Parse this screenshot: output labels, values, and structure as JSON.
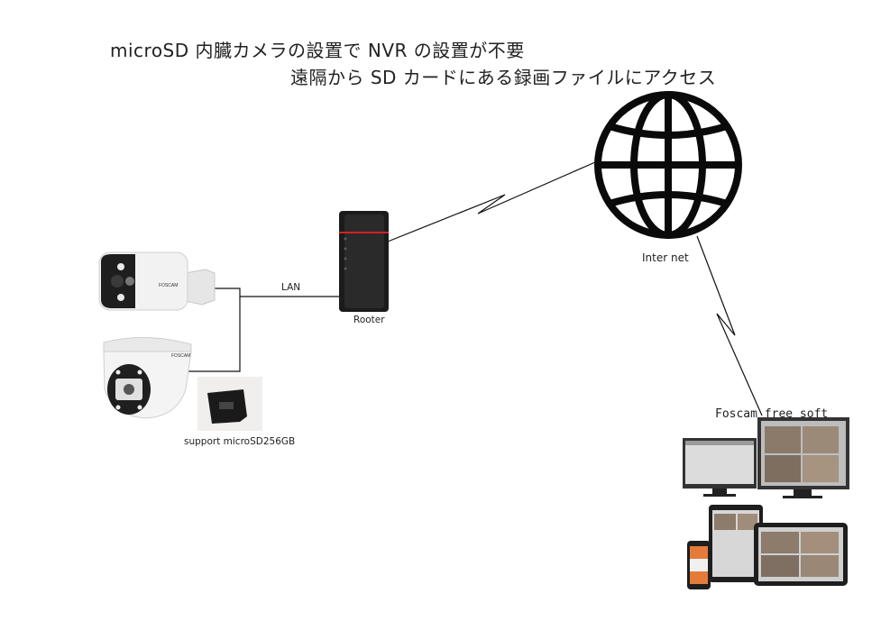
{
  "heading": {
    "line1": "microSD 内臓カメラの設置で NVR の設置が不要",
    "line2": "遠隔から SD カードにある録画ファイルにアクセス"
  },
  "labels": {
    "lan": "LAN",
    "router": "Rooter",
    "internet": "Inter net",
    "sd_support": "support microSD256GB",
    "soft": "Foscam free soft"
  },
  "logos": {
    "bullet_cam": "FOSCAM",
    "dome_cam": "FOSCAM"
  },
  "icons": {
    "globe": "globe-icon",
    "router": "router-icon",
    "bullet_camera": "bullet-camera-icon",
    "dome_camera": "dome-camera-icon",
    "sd_card": "microsd-card-icon",
    "devices": "multi-device-screens-icon"
  },
  "colors": {
    "line": "#111111",
    "router_accent": "#d62020",
    "camera_body": "#f2f2f2"
  }
}
